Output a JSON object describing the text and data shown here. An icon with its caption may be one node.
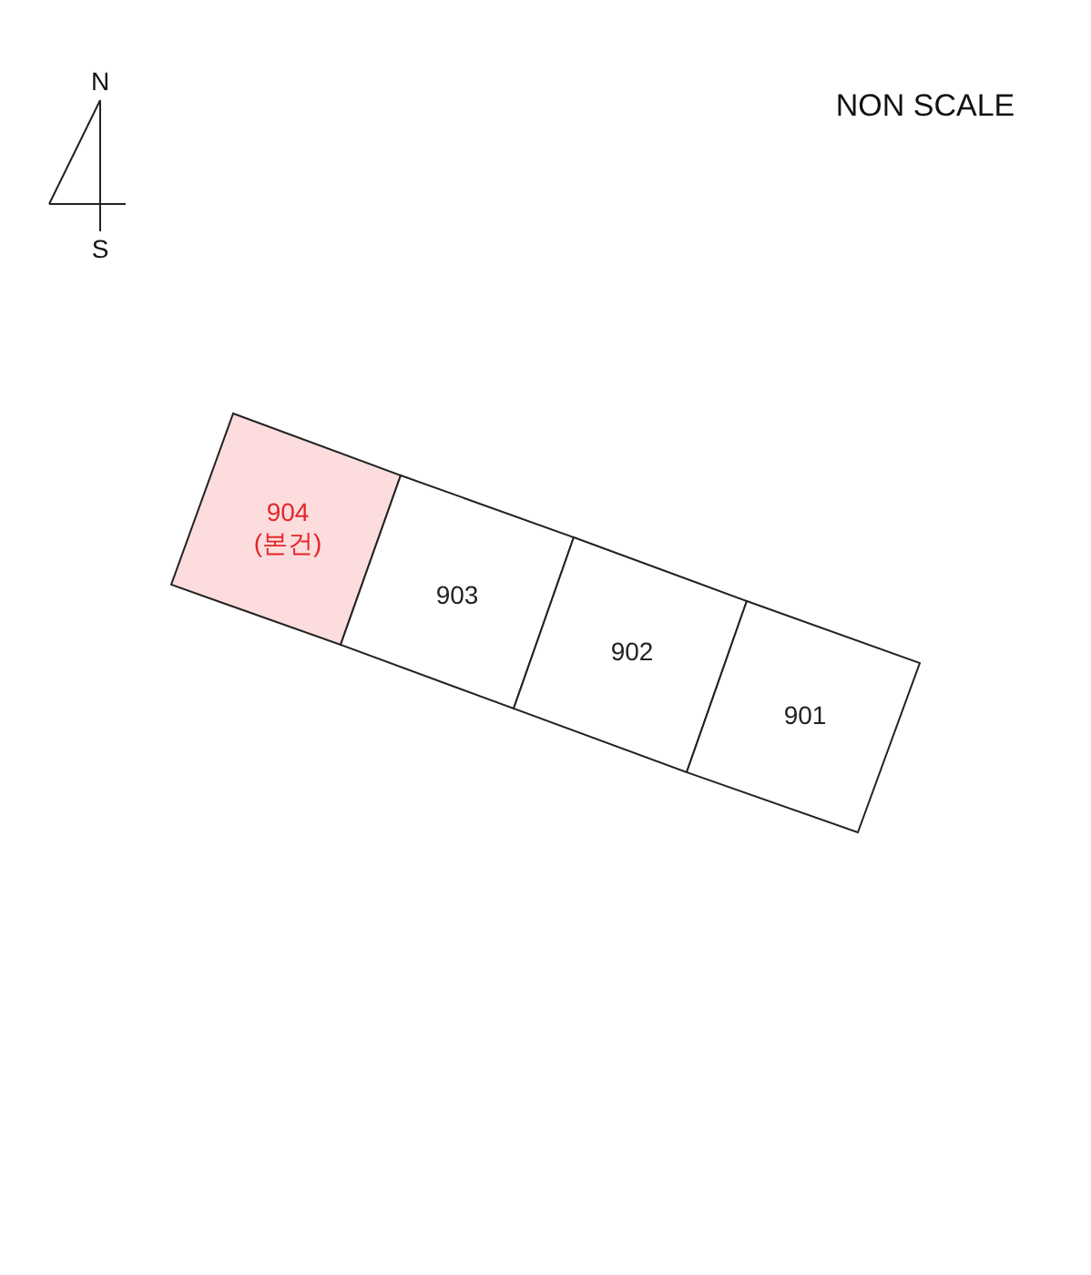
{
  "diagram": {
    "nodes": [
      {
        "text": [
          "904 (본건)"
        ]
      },
      {
        "text": [
          "903"
        ]
      },
      {
        "text": [
          "902"
        ]
      },
      {
        "text": [
          "901"
        ]
      }
    ],
    "labels": [
      "N",
      "NON SCALE",
      "S"
    ]
  }
}
